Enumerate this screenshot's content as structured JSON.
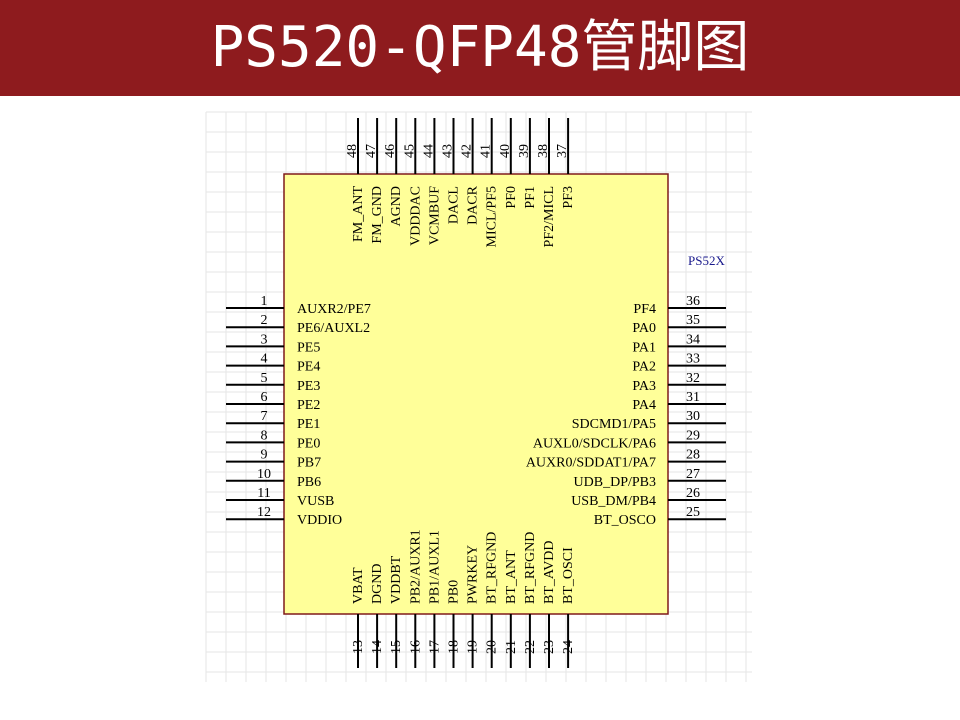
{
  "title": "PS520-QFP48管脚图",
  "part_label": "PS52X",
  "colors": {
    "title_bg": "#8e1b1e",
    "title_text": "#ffffff",
    "chip_fill": "#ffff99",
    "chip_border": "#7f1a1a",
    "pin_line": "#000000",
    "pin_text": "#000000",
    "part_label": "#1a1a8c",
    "grid": "#e6e6e6"
  },
  "pins": {
    "left": [
      {
        "num": "1",
        "name": "AUXR2/PE7"
      },
      {
        "num": "2",
        "name": "PE6/AUXL2"
      },
      {
        "num": "3",
        "name": "PE5"
      },
      {
        "num": "4",
        "name": "PE4"
      },
      {
        "num": "5",
        "name": "PE3"
      },
      {
        "num": "6",
        "name": "PE2"
      },
      {
        "num": "7",
        "name": "PE1"
      },
      {
        "num": "8",
        "name": "PE0"
      },
      {
        "num": "9",
        "name": "PB7"
      },
      {
        "num": "10",
        "name": "PB6"
      },
      {
        "num": "11",
        "name": "VUSB"
      },
      {
        "num": "12",
        "name": "VDDIO"
      }
    ],
    "right": [
      {
        "num": "36",
        "name": "PF4"
      },
      {
        "num": "35",
        "name": "PA0"
      },
      {
        "num": "34",
        "name": "PA1"
      },
      {
        "num": "33",
        "name": "PA2"
      },
      {
        "num": "32",
        "name": "PA3"
      },
      {
        "num": "31",
        "name": "PA4"
      },
      {
        "num": "30",
        "name": "SDCMD1/PA5"
      },
      {
        "num": "29",
        "name": "AUXL0/SDCLK/PA6"
      },
      {
        "num": "28",
        "name": "AUXR0/SDDAT1/PA7"
      },
      {
        "num": "27",
        "name": "UDB_DP/PB3"
      },
      {
        "num": "26",
        "name": "USB_DM/PB4"
      },
      {
        "num": "25",
        "name": "BT_OSCO"
      }
    ],
    "top": [
      {
        "num": "48",
        "name": "FM_ANT"
      },
      {
        "num": "47",
        "name": "FM_GND"
      },
      {
        "num": "46",
        "name": "AGND"
      },
      {
        "num": "45",
        "name": "VDDDAC"
      },
      {
        "num": "44",
        "name": "VCMBUF"
      },
      {
        "num": "43",
        "name": "DACL"
      },
      {
        "num": "42",
        "name": "DACR"
      },
      {
        "num": "41",
        "name": "MICL/PF5"
      },
      {
        "num": "40",
        "name": "PF0"
      },
      {
        "num": "39",
        "name": "PF1"
      },
      {
        "num": "38",
        "name": "PF2/MICL"
      },
      {
        "num": "37",
        "name": "PF3"
      }
    ],
    "bottom": [
      {
        "num": "13",
        "name": "VBAT"
      },
      {
        "num": "14",
        "name": "DGND"
      },
      {
        "num": "15",
        "name": "VDDBT"
      },
      {
        "num": "16",
        "name": "PB2/AUXR1"
      },
      {
        "num": "17",
        "name": "PB1/AUXL1"
      },
      {
        "num": "18",
        "name": "PB0"
      },
      {
        "num": "19",
        "name": "PWRKEY"
      },
      {
        "num": "20",
        "name": "BT_RFGND"
      },
      {
        "num": "21",
        "name": "BT_ANT"
      },
      {
        "num": "22",
        "name": "BT_RFGND"
      },
      {
        "num": "23",
        "name": "BT_AVDD"
      },
      {
        "num": "24",
        "name": "BT_OSCI"
      }
    ]
  }
}
